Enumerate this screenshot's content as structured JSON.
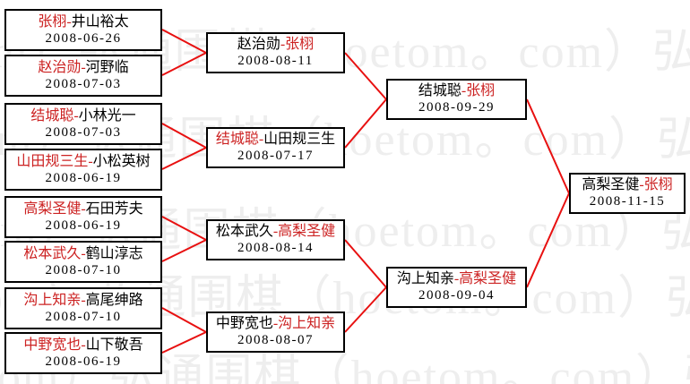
{
  "watermark": {
    "tile": "弘通围棋（hoetom。com）",
    "color": "#eeeeee"
  },
  "colors": {
    "connector": "#e81010",
    "winner_text": "#cc2222",
    "normal_text": "#000000",
    "box_border": "#000000"
  },
  "separator": "-",
  "rounds": [
    {
      "matches": [
        {
          "p1": "张栩",
          "p2": "井山裕太",
          "date": "2008-06-26",
          "p1_color": "#cc2222",
          "p2_color": "#000000"
        },
        {
          "p1": "赵治勋",
          "p2": "河野临",
          "date": "2008-07-03",
          "p1_color": "#cc2222",
          "p2_color": "#000000"
        },
        {
          "p1": "结城聪",
          "p2": "小林光一",
          "date": "2008-07-03",
          "p1_color": "#cc2222",
          "p2_color": "#000000"
        },
        {
          "p1": "山田规三生",
          "p2": "小松英树",
          "date": "2008-06-19",
          "p1_color": "#cc2222",
          "p2_color": "#000000"
        },
        {
          "p1": "高梨圣健",
          "p2": "石田芳夫",
          "date": "2008-06-19",
          "p1_color": "#cc2222",
          "p2_color": "#000000"
        },
        {
          "p1": "松本武久",
          "p2": "鹤山淳志",
          "date": "2008-07-10",
          "p1_color": "#cc2222",
          "p2_color": "#000000"
        },
        {
          "p1": "沟上知亲",
          "p2": "高尾绅路",
          "date": "2008-07-10",
          "p1_color": "#cc2222",
          "p2_color": "#000000"
        },
        {
          "p1": "中野宽也",
          "p2": "山下敬吾",
          "date": "2008-06-19",
          "p1_color": "#cc2222",
          "p2_color": "#000000"
        }
      ]
    },
    {
      "matches": [
        {
          "p1": "赵治勋",
          "p2": "张栩",
          "date": "2008-08-11",
          "p1_color": "#000000",
          "p2_color": "#cc2222"
        },
        {
          "p1": "结城聪",
          "p2": "山田规三生",
          "date": "2008-07-17",
          "p1_color": "#cc2222",
          "p2_color": "#000000"
        },
        {
          "p1": "松本武久",
          "p2": "高梨圣健",
          "date": "2008-08-14",
          "p1_color": "#000000",
          "p2_color": "#cc2222"
        },
        {
          "p1": "中野宽也",
          "p2": "沟上知亲",
          "date": "2008-08-07",
          "p1_color": "#000000",
          "p2_color": "#cc2222"
        }
      ]
    },
    {
      "matches": [
        {
          "p1": "结城聪",
          "p2": "张栩",
          "date": "2008-09-29",
          "p1_color": "#000000",
          "p2_color": "#cc2222"
        },
        {
          "p1": "沟上知亲",
          "p2": "高梨圣健",
          "date": "2008-09-04",
          "p1_color": "#000000",
          "p2_color": "#cc2222"
        }
      ]
    },
    {
      "matches": [
        {
          "p1": "高梨圣健",
          "p2": "张栩",
          "date": "2008-11-15",
          "p1_color": "#000000",
          "p2_color": "#cc2222"
        }
      ]
    }
  ]
}
